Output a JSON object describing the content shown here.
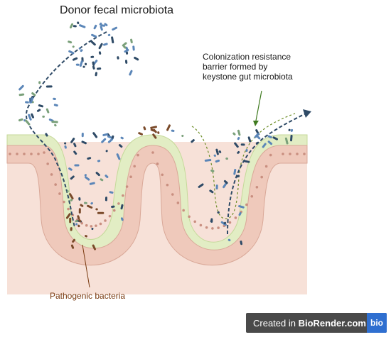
{
  "labels": {
    "title": "Donor fecal microbiota",
    "barrier_lines": [
      "Colonization resistance",
      "barrier formed by",
      "keystone gut microbiota"
    ],
    "pathogenic": "Pathogenic bacteria"
  },
  "badge": {
    "prefix": "Created in ",
    "brand": "BioRender.com",
    "logo": "bio"
  },
  "colors": {
    "tissue": "#f6dcd2",
    "epithelium": "#efc9bb",
    "mucus": "#e3eec6",
    "microbe_dark": "#2e4a66",
    "microbe_blue": "#5b86b8",
    "microbe_green": "#7aa07a",
    "pathogen": "#7a4a2a",
    "barrier_line": "#6f8f2a",
    "badge_bg": "#4a4a4a",
    "badge_logo": "#2f6fd0"
  }
}
